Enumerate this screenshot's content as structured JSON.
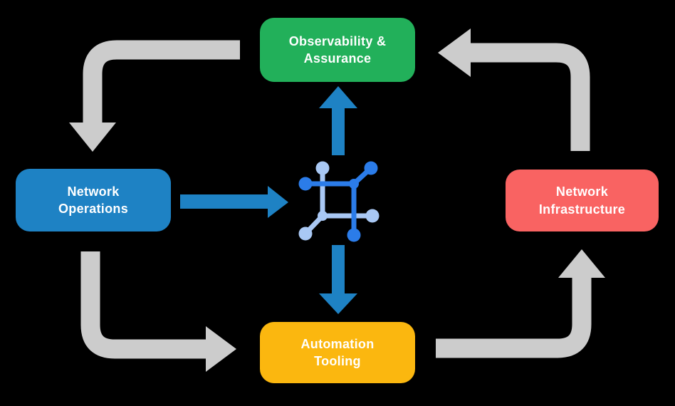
{
  "background": "#000000",
  "colors": {
    "green": "#22b05a",
    "blue": "#1e82c4",
    "red": "#f96362",
    "yellow": "#fbb70f",
    "gray_arrow": "#cccccc",
    "blue_arrow": "#1e82c4",
    "icon_dark": "#2b7ce9",
    "icon_light": "#a9c8f4",
    "label_text": "#ffffff"
  },
  "nodes": {
    "observability": {
      "label": "Observability &\nAssurance"
    },
    "operations": {
      "label": "Network\nOperations"
    },
    "infrastructure": {
      "label": "Network\nInfrastructure"
    },
    "automation": {
      "label": "Automation\nTooling"
    }
  },
  "center_icon": {
    "name": "network-nodes-icon"
  },
  "flows": [
    {
      "from": "Observability & Assurance",
      "to": "Network Operations",
      "style": "gray-elbow"
    },
    {
      "from": "Network Operations",
      "to": "Automation Tooling",
      "style": "gray-elbow"
    },
    {
      "from": "Automation Tooling",
      "to": "Network Infrastructure",
      "style": "gray-elbow"
    },
    {
      "from": "Network Infrastructure",
      "to": "Observability & Assurance",
      "style": "gray-elbow"
    },
    {
      "from": "Network Operations",
      "to": "center-icon",
      "style": "blue-straight"
    },
    {
      "from": "center-icon",
      "to": "Observability & Assurance",
      "style": "blue-straight"
    },
    {
      "from": "center-icon",
      "to": "Automation Tooling",
      "style": "blue-straight"
    }
  ]
}
